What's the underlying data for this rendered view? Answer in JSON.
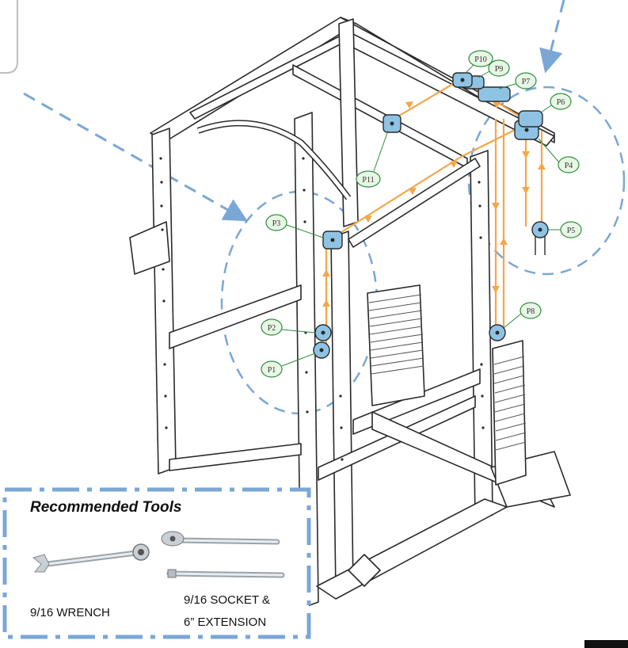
{
  "colors": {
    "cable": "#f5a64a",
    "pulley": "#8fc3e3",
    "callout_stroke": "#2e8b3a",
    "callout_fill": "#e8f6e5",
    "dashed_blue": "#7aa7d6",
    "frame": "#2a2a2a"
  },
  "pulleys": [
    {
      "id": "p1",
      "label": "P1"
    },
    {
      "id": "p2",
      "label": "P2"
    },
    {
      "id": "p3",
      "label": "P3"
    },
    {
      "id": "p4",
      "label": "P4"
    },
    {
      "id": "p5",
      "label": "P5"
    },
    {
      "id": "p6",
      "label": "P6"
    },
    {
      "id": "p7",
      "label": "P7"
    },
    {
      "id": "p8",
      "label": "P8"
    },
    {
      "id": "p9",
      "label": "P9"
    },
    {
      "id": "p10",
      "label": "P10"
    },
    {
      "id": "p11",
      "label": "P11"
    }
  ],
  "tools": {
    "title": "Recommended Tools",
    "wrench_label": "9/16 WRENCH",
    "socket_label_line1": "9/16 SOCKET &",
    "socket_label_line2": "6” EXTENSION",
    "icons": [
      "wrench-icon",
      "ratchet-icon",
      "extension-bar-icon"
    ]
  }
}
